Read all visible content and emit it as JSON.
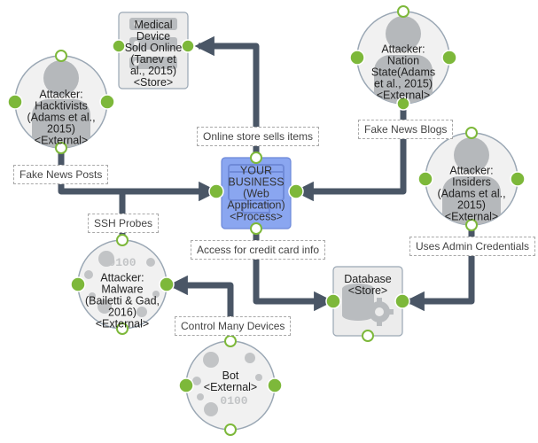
{
  "colors": {
    "edge": "#4a5666",
    "port": "#7db83a",
    "process_fill": "#8aa6f0",
    "node_border": "#9aa7b4"
  },
  "nodes": {
    "medical_device": {
      "lines": [
        "Medical",
        "Device",
        "Sold Online",
        "(Tanev et",
        "al., 2015)",
        "<Store>"
      ],
      "icon": "store-icon"
    },
    "nation_state": {
      "lines": [
        "Attacker:",
        "Nation",
        "State(Adams",
        "et al., 2015)",
        "<External>"
      ],
      "icon": "person-icon"
    },
    "hacktivists": {
      "lines": [
        "Attacker:",
        "Hacktivists",
        "(Adams et al.,",
        "2015)",
        "<External>"
      ],
      "icon": "person-icon"
    },
    "business": {
      "lines": [
        "YOUR",
        "BUSINESS",
        "(Web",
        "Application)",
        "<Process>"
      ],
      "icon": "web-app-icon"
    },
    "insiders": {
      "lines": [
        "Attacker:",
        "Insiders",
        "(Adams et al.,",
        "2015)",
        "<External>"
      ],
      "icon": "person-icon"
    },
    "malware": {
      "lines": [
        "Attacker:",
        "Malware",
        "(Bailetti & Gad,",
        "2016)",
        "<External>"
      ],
      "icon": "binary-icon"
    },
    "database": {
      "lines": [
        "Database",
        "<Store>"
      ],
      "icon": "database-gear-icon"
    },
    "bot": {
      "lines": [
        "Bot",
        "<External>"
      ],
      "icon": "binary-icon"
    }
  },
  "edges": {
    "online_store": "Online store sells items",
    "fake_news_blogs": "Fake News Blogs",
    "fake_news_posts": "Fake News Posts",
    "ssh_probes": "SSH Probes",
    "credit_card": "Access for credit card info",
    "admin_credentials": "Uses Admin Credentials",
    "control_devices": "Control Many Devices"
  }
}
